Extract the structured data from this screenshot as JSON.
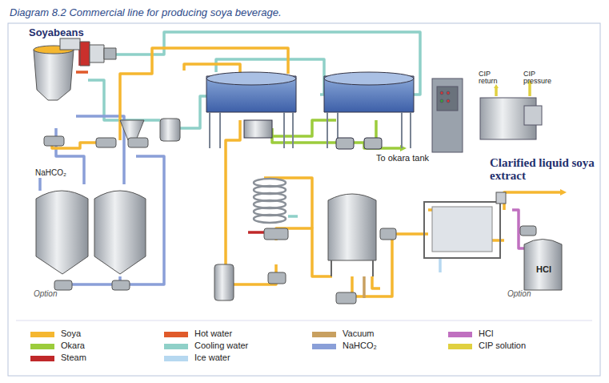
{
  "diagram": {
    "title": "Diagram 8.2  Commercial line for producing soya beverage.",
    "nodes": [
      {
        "text": [
          "NaHCO₂",
          "Option"
        ]
      },
      {
        "text": [
          "Option"
        ]
      },
      {
        "text": [
          "HCl"
        ],
        "in": 1
      }
    ],
    "labels": [
      "Soyabeans",
      "To okara tank",
      "CIP return",
      "CIP pressure",
      "Clarified liquid soya extract"
    ],
    "legend": [
      {
        "text": "Soya",
        "color": "#f5b730"
      },
      {
        "text": "Okara",
        "color": "#9ccc3c"
      },
      {
        "text": "Steam",
        "color": "#c0282a"
      },
      {
        "text": "Hot water",
        "color": "#e05a2a"
      },
      {
        "text": "Cooling water",
        "color": "#8fd0c8"
      },
      {
        "text": "Ice water",
        "color": "#b6d8f0"
      },
      {
        "text": "Vacuum",
        "color": "#c8a060"
      },
      {
        "text": "NaHCO₂",
        "color": "#8a9fd8"
      },
      {
        "text": "HCl",
        "color": "#c070c0"
      },
      {
        "text": "CIP solution",
        "color": "#e0d040"
      }
    ]
  }
}
